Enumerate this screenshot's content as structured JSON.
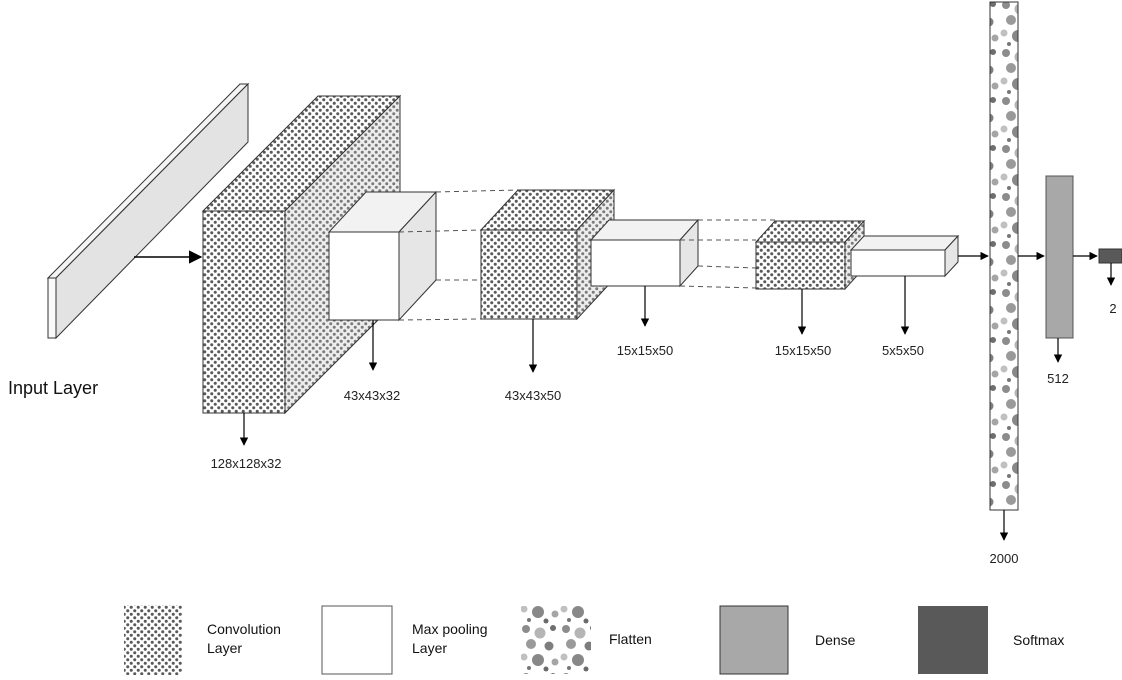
{
  "input_layer_label": "Input Layer",
  "layers": [
    {
      "id": "conv1",
      "kind": "convolution",
      "shape": "128x128x32"
    },
    {
      "id": "pool1",
      "kind": "max_pooling",
      "shape": "43x43x32"
    },
    {
      "id": "conv2",
      "kind": "convolution",
      "shape": "43x43x50"
    },
    {
      "id": "pool2",
      "kind": "max_pooling",
      "shape": "15x15x50"
    },
    {
      "id": "conv3",
      "kind": "convolution",
      "shape": "15x15x50"
    },
    {
      "id": "pool3",
      "kind": "max_pooling",
      "shape": "5x5x50"
    },
    {
      "id": "flatten",
      "kind": "flatten",
      "shape": "2000"
    },
    {
      "id": "dense",
      "kind": "dense",
      "shape": "512"
    },
    {
      "id": "softmax",
      "kind": "softmax",
      "shape": "2"
    }
  ],
  "legend": [
    {
      "key": "convolution",
      "line1": "Convolution",
      "line2": "Layer"
    },
    {
      "key": "max_pooling",
      "line1": "Max pooling",
      "line2": "Layer"
    },
    {
      "key": "flatten",
      "line1": "Flatten",
      "line2": ""
    },
    {
      "key": "dense",
      "line1": "Dense",
      "line2": ""
    },
    {
      "key": "softmax",
      "line1": "Softmax",
      "line2": ""
    }
  ],
  "colors": {
    "conv_dot": "#5a5a5a",
    "input_face": "#e3e3e3",
    "pool_side": "#e6e6e6",
    "pool_top": "#f2f2f2",
    "dense": "#a8a8a8",
    "softmax": "#595959",
    "stroke": "#333333"
  }
}
